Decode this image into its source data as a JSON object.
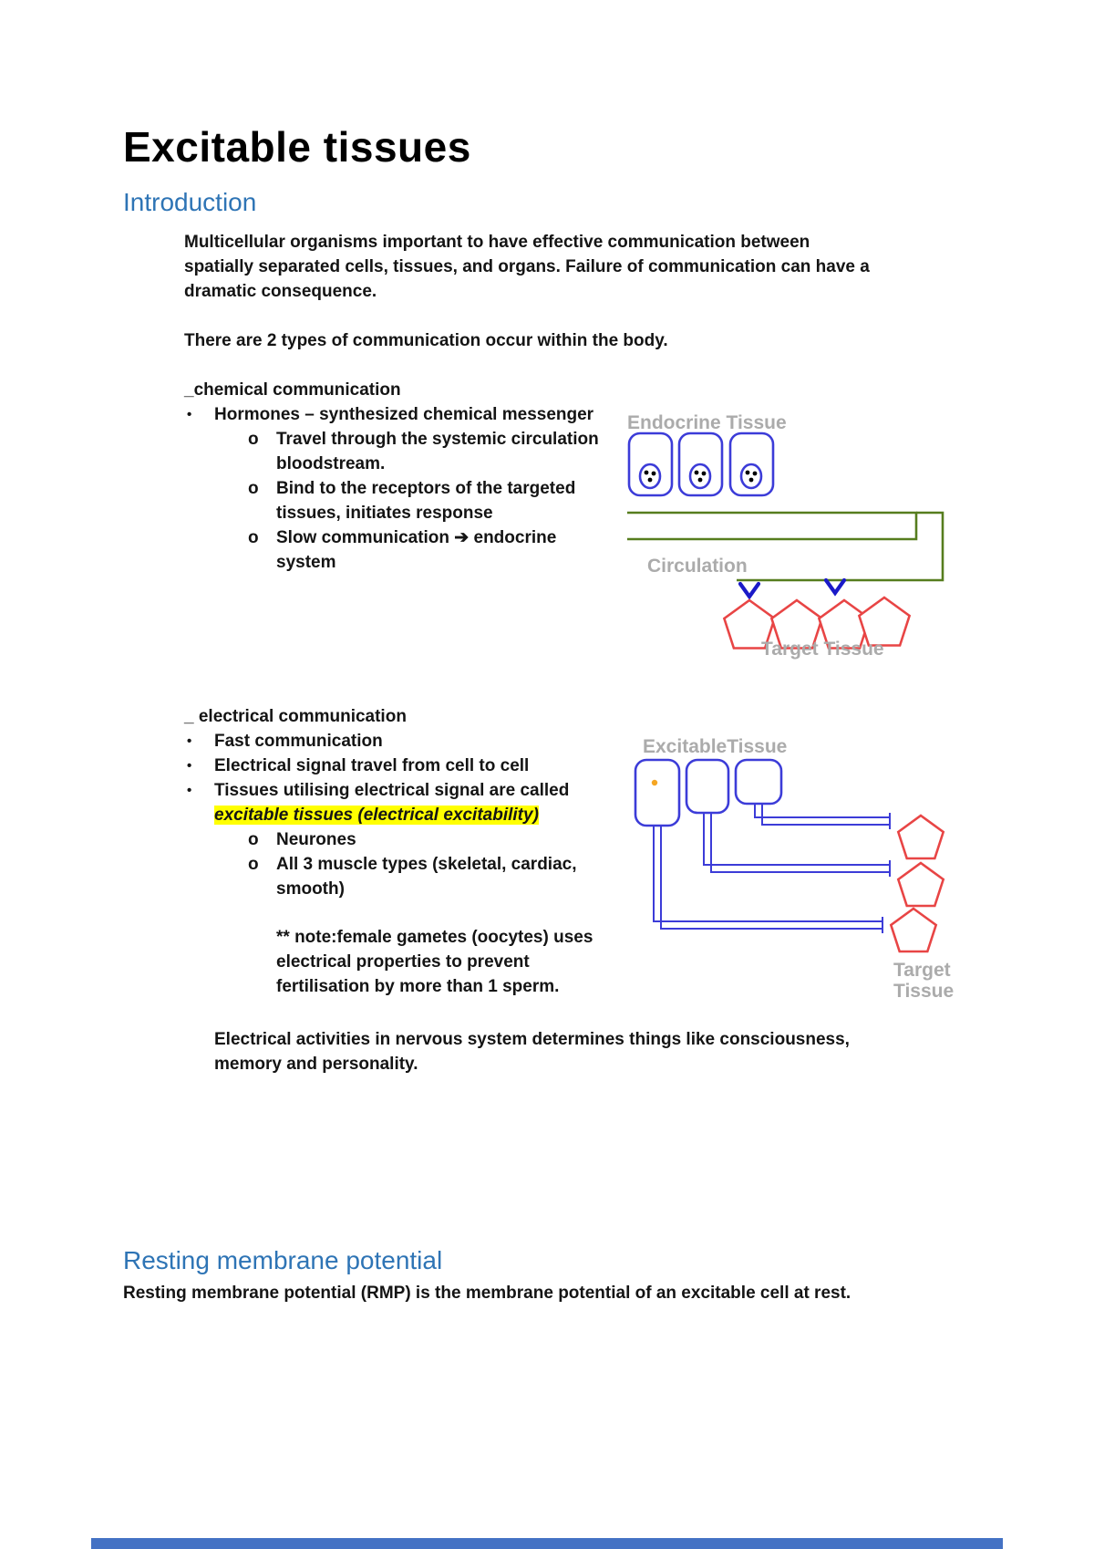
{
  "colors": {
    "heading_blue": "#2E74B5",
    "highlight_yellow": "#FFFF00",
    "diagram_blue": "#3C3CD8",
    "diagram_green": "#567D1E",
    "diagram_red": "#E84545",
    "label_gray": "#ABABAB",
    "bottom_bar_blue": "#4472C4"
  },
  "doc": {
    "title": "Excitable tissues"
  },
  "markers": {
    "level1": "•",
    "level2": "o"
  },
  "intro": {
    "heading": "Introduction",
    "para1": "Multicellular organisms important to have effective communication between spatially separated cells, tissues, and organs. Failure of communication can have a dramatic consequence.",
    "para2": "There are 2 types of communication occur within the body."
  },
  "chemical": {
    "heading": "_chemical communication",
    "bullet1": "Hormones – synthesized chemical messenger",
    "sub1": "Travel through the systemic circulation bloodstream.",
    "sub2": "Bind to the receptors of the targeted tissues, initiates response",
    "sub3": "Slow communication ➔ endocrine system"
  },
  "electrical": {
    "heading": "_ electrical communication",
    "bullet1": "Fast communication",
    "bullet2": "Electrical signal travel from cell to cell",
    "bullet3_lead": "Tissues utilising electrical signal are called",
    "bullet3_highlight": "excitable tissues (electrical excitability)",
    "sub1": "Neurones",
    "sub2": "All 3 muscle types (skeletal, cardiac, smooth)",
    "note": "** note:female gametes (oocytes) uses electrical properties to prevent fertilisation by more than 1 sperm.",
    "closing": "Electrical activities in nervous system determines things like consciousness, memory and personality."
  },
  "figure_endocrine": {
    "tissue_label": "Endocrine Tissue",
    "circulation_label": "Circulation",
    "target_label": "Target Tissue"
  },
  "figure_excitable": {
    "tissue_label": "ExcitableTissue",
    "target_label_line1": "Target",
    "target_label_line2": "Tissue"
  },
  "rmp": {
    "heading": "Resting membrane potential",
    "para": "Resting membrane potential (RMP) is the membrane potential of an excitable cell at rest."
  }
}
